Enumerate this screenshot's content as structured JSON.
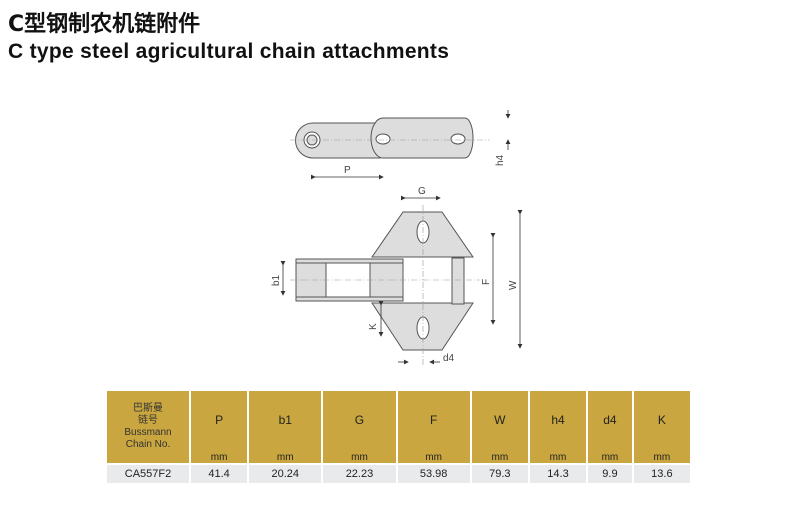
{
  "title_cn": "C型钢制农机链附件",
  "title_en": "C type steel agricultural chain attachments",
  "diagram_labels": {
    "P": "P",
    "h4": "h4",
    "G": "G",
    "F": "F",
    "W": "W",
    "b1": "b1",
    "K": "K",
    "d4": "d4"
  },
  "table": {
    "first_header": [
      "巴斯曼",
      "链号",
      "Bussmann",
      "Chain No."
    ],
    "columns": [
      "P",
      "b1",
      "G",
      "F",
      "W",
      "h4",
      "d4",
      "K"
    ],
    "unit": "mm",
    "rows": [
      {
        "chain_no": "CA557F2",
        "values": [
          "41.4",
          "20.24",
          "22.23",
          "53.98",
          "79.3",
          "14.3",
          "9.9",
          "13.6"
        ]
      }
    ]
  }
}
